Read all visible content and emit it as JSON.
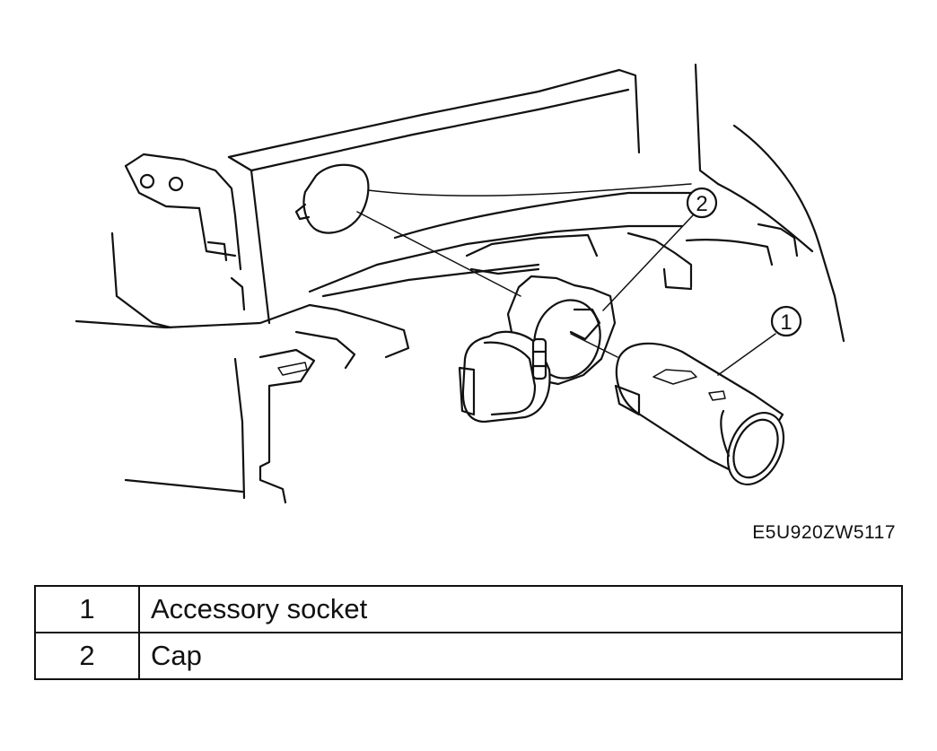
{
  "figure": {
    "code": "E5U920ZW5117",
    "callouts": [
      {
        "number": "1"
      },
      {
        "number": "2"
      }
    ]
  },
  "legend": {
    "rows": [
      {
        "number": "1",
        "name": "Accessory socket"
      },
      {
        "number": "2",
        "name": "Cap"
      }
    ]
  }
}
